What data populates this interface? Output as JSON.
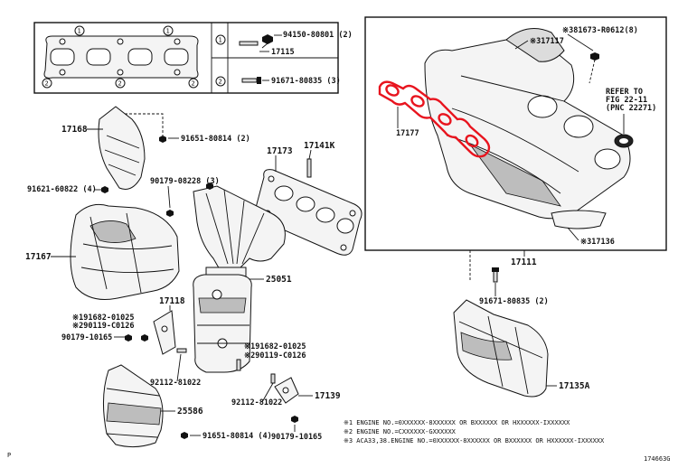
{
  "labels": {
    "p17168": "17168",
    "p17173": "17173",
    "p17141K": "17141K",
    "p17167": "17167",
    "p17177": "17177",
    "p317117": "※317117",
    "p381673": "※381673-R0612(8)",
    "refer1": "REFER TO",
    "refer2": "FIG 22-11",
    "refer3": "(PNC 22271)",
    "p317136": "※317136",
    "p17111": "17111",
    "p25051": "25051",
    "p17118": "17118",
    "p25586": "25586",
    "p17139": "17139",
    "p17135A": "17135A",
    "b94150": "94150-80801 (2)",
    "b17115": "17115",
    "b91671a": "91671-80835 (3)",
    "b91651a": "91651-80814 (2)",
    "b91621": "91621-60822 (4)",
    "b90179a": "90179-08228 (3)",
    "b191682a": "※191682-01025",
    "b290119a": "※290119-C0126",
    "b90179b": "90179-10165",
    "b92112a": "92112-81022",
    "b191682b": "※191682-01025",
    "b290119b": "※290119-C0126",
    "b92112b": "92112-81022",
    "b91651b": "91651-80814 (4)",
    "b90179c": "90179-10165",
    "b91671b": "91671-80835 (2)",
    "inset1": "1",
    "inset2": "2",
    "footer_p": "P",
    "diagram_code": "174663G"
  },
  "notes": [
    "※1 ENGINE NO.=0XXXXXX-8XXXXXX OR BXXXXXX OR HXXXXXX-IXXXXXX",
    "※2 ENGINE NO.=CXXXXXX-GXXXXXX",
    "※3 ACA33,38.ENGINE NO.=0XXXXXX-8XXXXXX OR BXXXXXX OR HXXXXXX-IXXXXXX"
  ],
  "colors": {
    "highlight": "#e8141e",
    "line": "#111111",
    "fill": "#f4f4f4"
  }
}
